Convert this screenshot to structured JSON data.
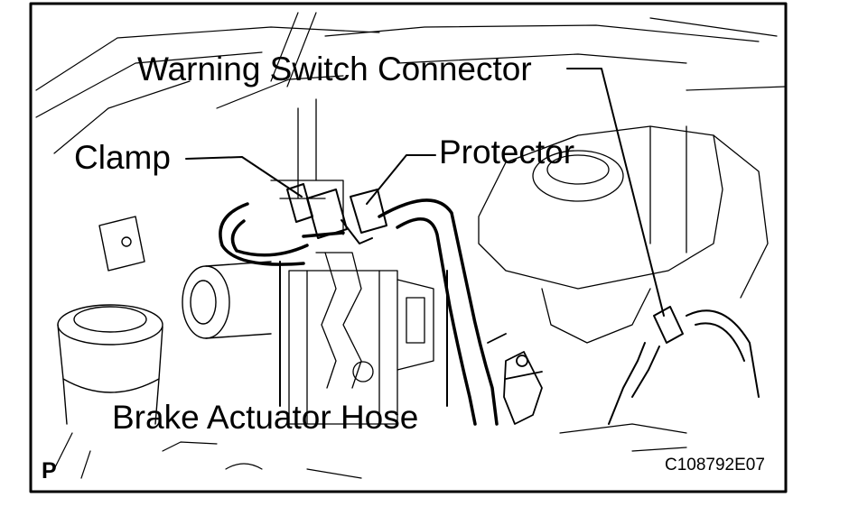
{
  "labels": {
    "warning_switch_connector": "Warning Switch Connector",
    "clamp": "Clamp",
    "protector": "Protector",
    "brake_actuator_hose": "Brake Actuator Hose",
    "corner_letter": "P",
    "figure_code": "C108792E07"
  },
  "colors": {
    "line": "#000000",
    "background": "#ffffff"
  }
}
